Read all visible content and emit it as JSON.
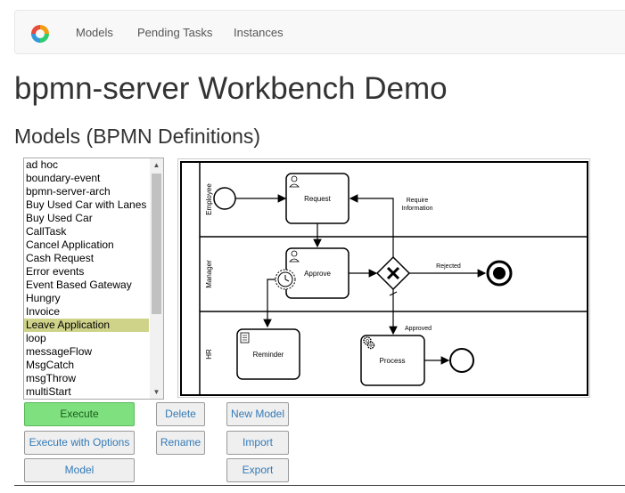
{
  "nav": {
    "brand_icon": "bpmn-logo-icon",
    "items": [
      "Models",
      "Pending Tasks",
      "Instances"
    ]
  },
  "page": {
    "title": "bpmn-server Workbench Demo",
    "subtitle": "Models (BPMN Definitions)"
  },
  "models_list": {
    "items": [
      "ad hoc",
      "boundary-event",
      "bpmn-server-arch",
      "Buy Used Car with Lanes",
      "Buy Used Car",
      "CallTask",
      "Cancel Application",
      "Cash Request",
      "Error events",
      "Event Based Gateway",
      "Hungry",
      "Invoice",
      "Leave Application",
      "loop",
      "messageFlow",
      "MsgCatch",
      "msgThrow",
      "multiStart"
    ],
    "selected": "Leave Application"
  },
  "diagram": {
    "lanes": [
      "Employee",
      "Manager",
      "HR"
    ],
    "tasks": {
      "request": "Request",
      "approve": "Approve",
      "reminder": "Reminder",
      "process": "Process"
    },
    "flows": {
      "require_information": [
        "Require",
        "Information"
      ],
      "rejected": "Rejected",
      "approved": "Approved"
    }
  },
  "buttons": {
    "execute": "Execute",
    "execute_with_options": "Execute with Options",
    "model": "Model",
    "delete": "Delete",
    "rename": "Rename",
    "new_model": "New Model",
    "import": "Import",
    "export": "Export"
  },
  "colors": {
    "execute_bg": "#7fe07f",
    "selected_bg": "#cfd38a",
    "link": "#337ab7"
  }
}
